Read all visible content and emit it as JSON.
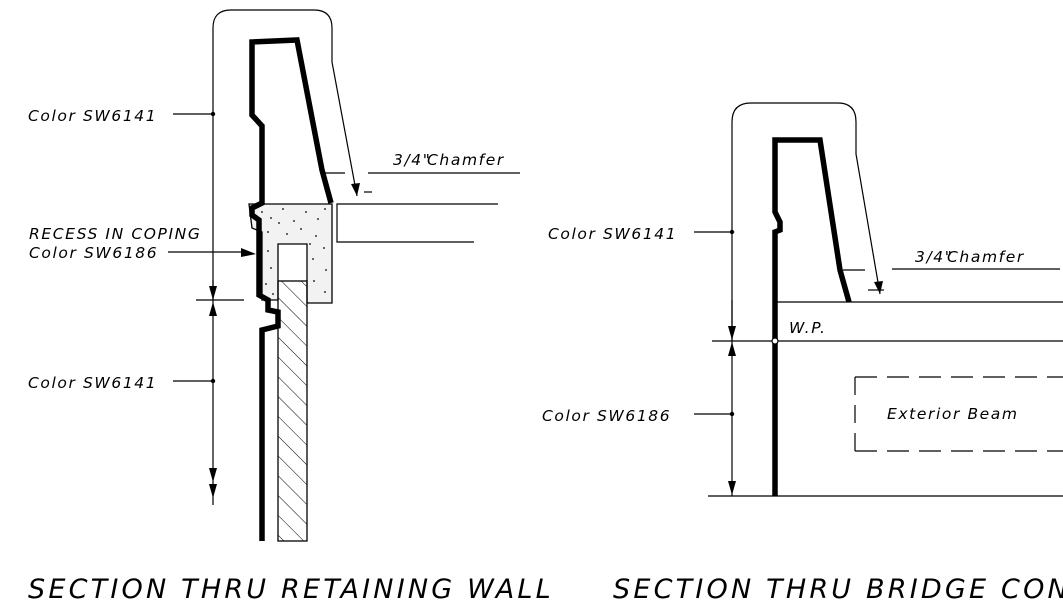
{
  "left_section": {
    "title": "SECTION THRU RETAINING WALL",
    "label_color_upper": "Color SW6141",
    "label_recess_line1": "RECESS IN COPING",
    "label_recess_line2": "Color SW6186",
    "label_color_lower": "Color SW6141",
    "label_chamfer_fraction": "3/4\"",
    "label_chamfer_text": "Chamfer"
  },
  "right_section": {
    "title": "SECTION THRU BRIDGE CONC",
    "label_color_upper": "Color SW6141",
    "label_color_lower": "Color SW6186",
    "label_chamfer_fraction": "3/4\"",
    "label_chamfer_text": "Chamfer",
    "label_work_point": "W.P.",
    "label_beam": "Exterior Beam"
  }
}
